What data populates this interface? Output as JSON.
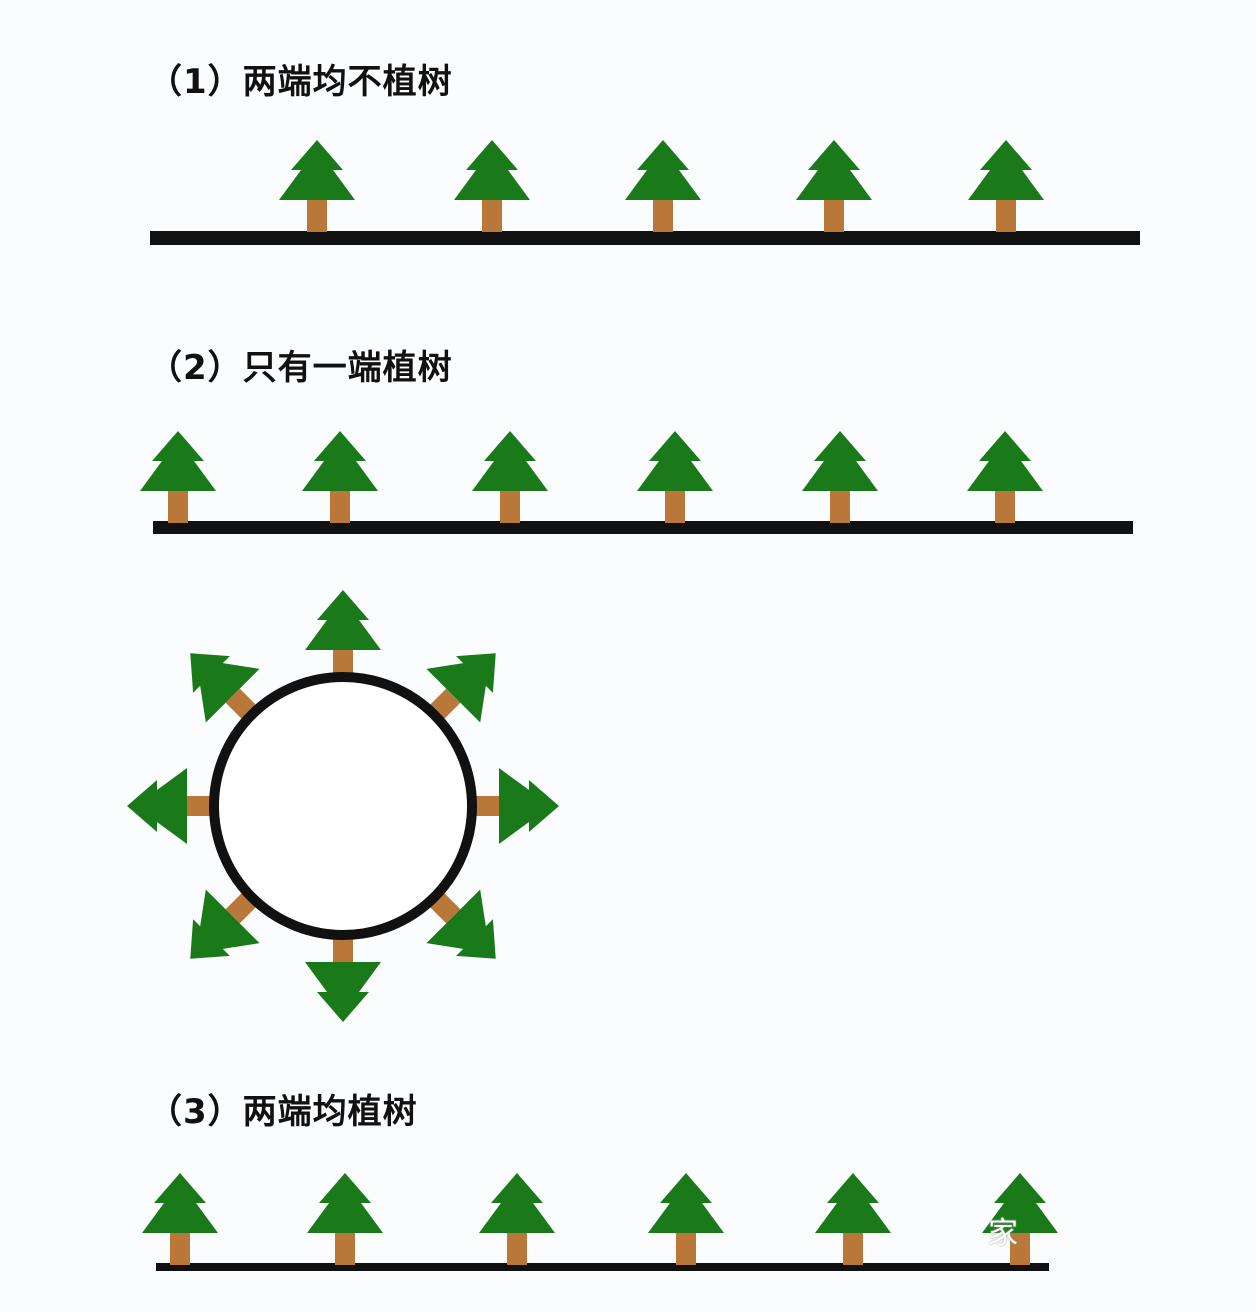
{
  "sections": [
    {
      "label": "（1）两端均不植树"
    },
    {
      "label": "（2）只有一端植树"
    },
    {
      "label": "（3）两端均植树"
    }
  ],
  "watermark": "家",
  "colors": {
    "tree_green": "#1a7a1a",
    "trunk_brown": "#b9773a",
    "line_black": "#111111",
    "background": "#fbfcfd"
  },
  "rows": [
    {
      "trees": 5,
      "trees_at_start": false,
      "trees_at_end": false
    },
    {
      "trees": 6,
      "trees_at_start": true,
      "trees_at_end": false
    },
    {
      "trees": 6,
      "trees_at_start": true,
      "trees_at_end": true
    }
  ],
  "circle": {
    "trees": 8
  }
}
